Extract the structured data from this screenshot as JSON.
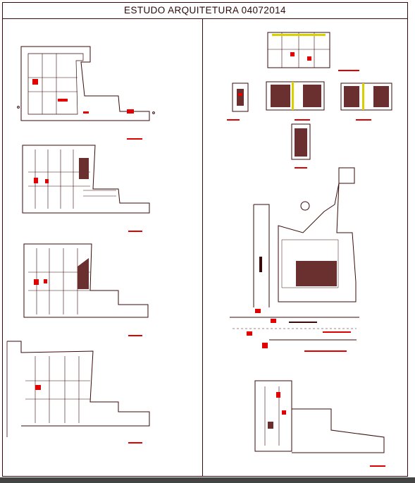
{
  "sheet": {
    "title": "ESTUDO ARQUITETURA 04072014"
  },
  "colors": {
    "line": "#3a0a0a",
    "accent": "#e00000",
    "highlight": "#d8d000",
    "background": "#ffffff",
    "footer_band": "#444444"
  },
  "drawings": [
    "floor-plan-ground",
    "floor-plan-level-1",
    "floor-plan-level-2",
    "floor-plan-level-3",
    "detail-plan",
    "elevation-a",
    "elevation-b",
    "elevation-c",
    "section-detail",
    "site-plan",
    "location-plan"
  ]
}
